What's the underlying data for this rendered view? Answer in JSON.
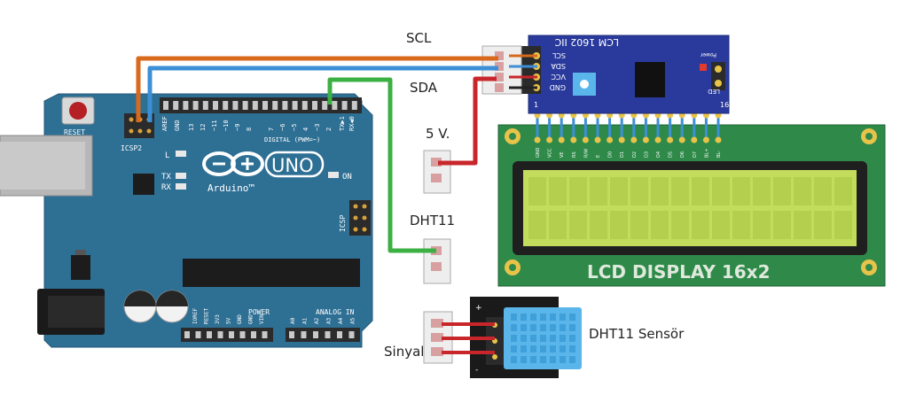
{
  "labels": {
    "scl": "SCL",
    "sda": "SDA",
    "five_v": "5 V.",
    "dht11": "DHT11",
    "sensor": "DHT11 Sensör",
    "signal": "Sinyal"
  },
  "arduino": {
    "reset": "RESET",
    "icsp2": "ICSP2",
    "icsp": "ICSP",
    "logo": "UNO",
    "brand": "Arduino™",
    "digital": "DIGITAL (PWM=~)",
    "led_l": "L",
    "led_tx": "TX",
    "led_rx": "RX",
    "on": "ON",
    "power": "POWER",
    "analog": "ANALOG IN",
    "aref": "AREF",
    "gnd": "GND",
    "tx_pin": "TX▶1",
    "rx_pin": "RX◀0",
    "digital_pins": [
      "13",
      "12",
      "~11",
      "~10",
      "~9",
      "8",
      "7",
      "~6",
      "~5",
      "4",
      "~3",
      "2"
    ],
    "power_pins": [
      "IOREF",
      "RESET",
      "3V3",
      "5V",
      "GND",
      "GND",
      "VIN"
    ],
    "analog_pins": [
      "A0",
      "A1",
      "A2",
      "A3",
      "A4",
      "A5"
    ]
  },
  "i2c_module": {
    "title": "LCM 1602 IIC",
    "pins": [
      "SCL",
      "SDA",
      "VCC",
      "GND"
    ],
    "power": "Power",
    "led": "LED",
    "pin_1": "1",
    "pin_16": "16"
  },
  "lcd": {
    "title": "LCD DISPLAY 16x2",
    "pins": [
      "GND",
      "VCC",
      "VE",
      "RS",
      "R/W",
      "E",
      "D0",
      "D1",
      "D2",
      "D3",
      "D4",
      "D5",
      "D6",
      "D7",
      "BL+",
      "BL-"
    ]
  },
  "colors": {
    "board": "#2e6f94",
    "lcd_pcb": "#2f8a4a",
    "lcd_screen": "#c3dc5c",
    "i2c_board": "#2a3a9c",
    "sensor_blue": "#5ab6ea",
    "wire_orange": "#d8691d",
    "wire_blue": "#3d8fd6",
    "wire_green": "#3cb043",
    "wire_red": "#c8262a",
    "wire_black": "#222222"
  }
}
